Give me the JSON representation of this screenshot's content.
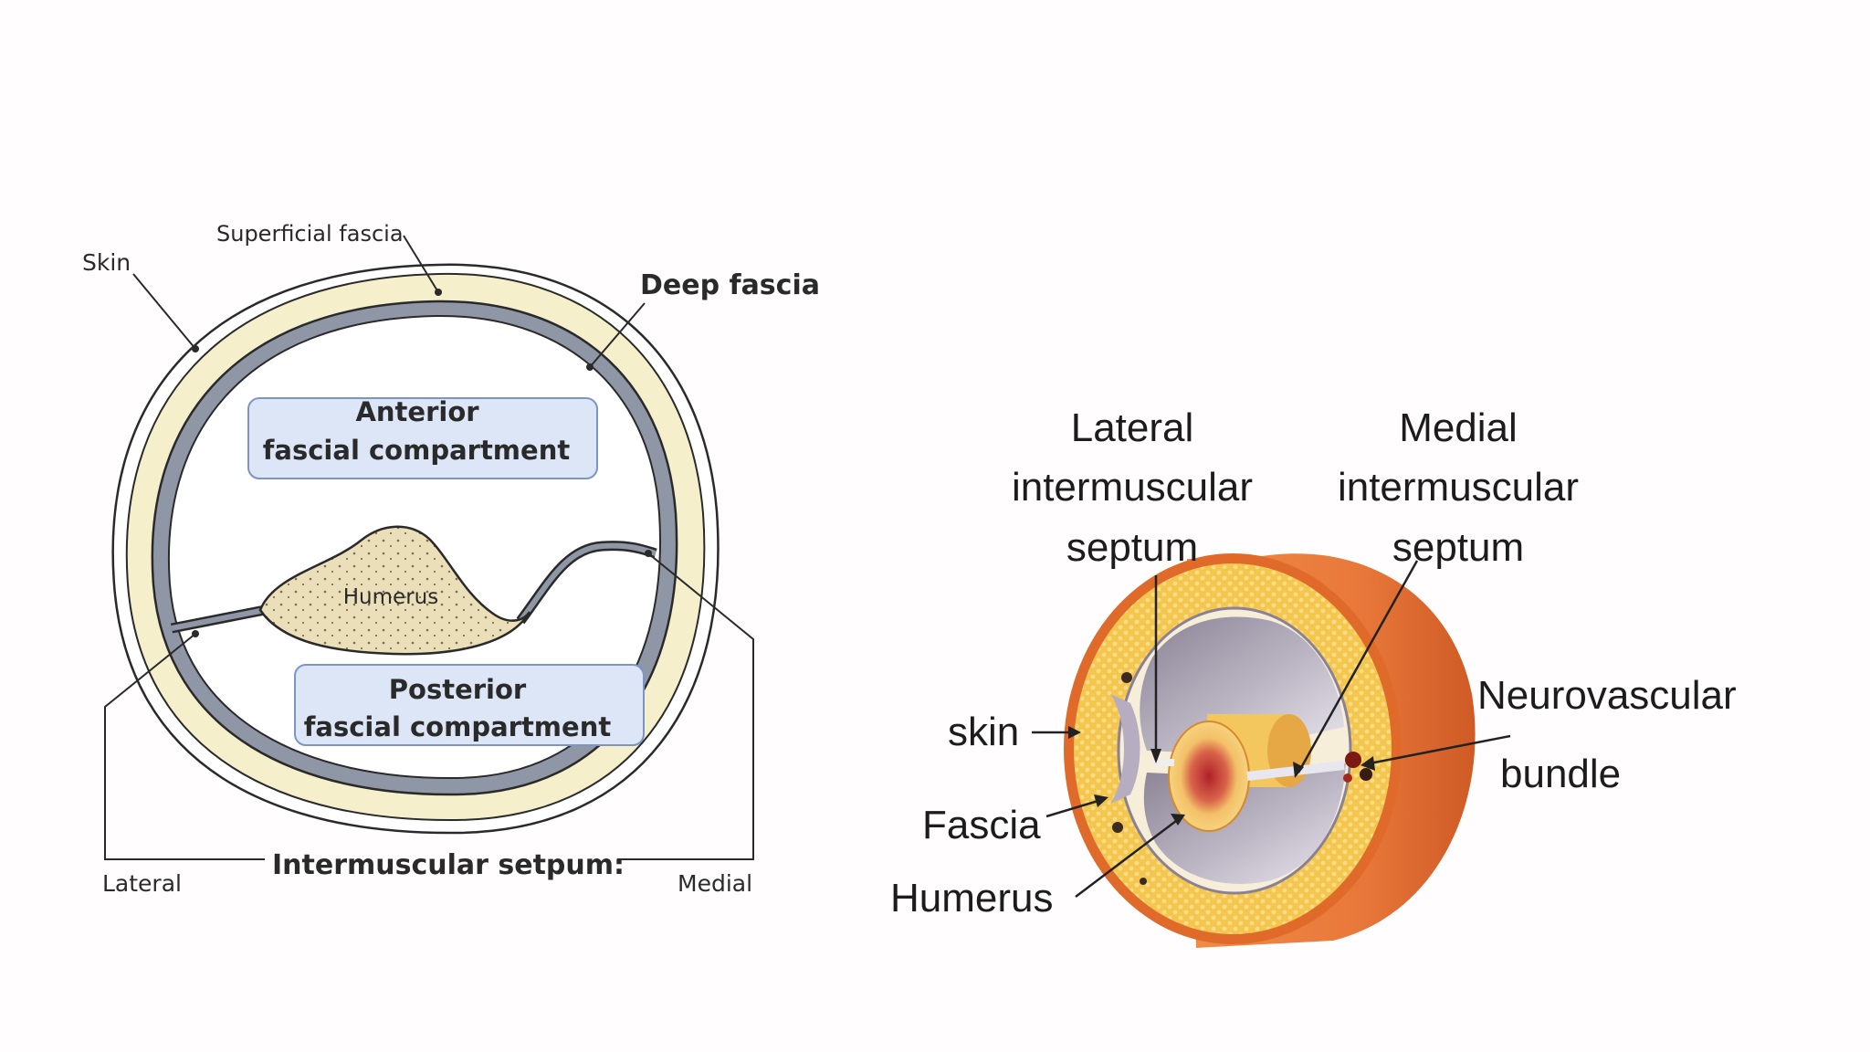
{
  "left_diagram": {
    "skin_label": "Skin",
    "superficial_fascia_label": "Superficial fascia",
    "deep_fascia_label": "Deep fascia",
    "anterior_line1": "Anterior",
    "anterior_line2": "fascial compartment",
    "humerus_label": "Humerus",
    "posterior_line1": "Posterior",
    "posterior_line2": "fascial compartment",
    "lateral_label": "Lateral",
    "medial_label": "Medial",
    "septum_label": "Intermuscular setpum:"
  },
  "right_diagram": {
    "lateral_septum_line1": "Lateral",
    "lateral_septum_line2": "intermuscular",
    "lateral_septum_line3": "septum",
    "medial_septum_line1": "Medial",
    "medial_septum_line2": "intermuscular",
    "medial_septum_line3": "septum",
    "skin_label": "skin",
    "fascia_label": "Fascia",
    "humerus_label": "Humerus",
    "neurovascular_line1": "Neurovascular",
    "neurovascular_line2": "bundle"
  },
  "colors": {
    "skin_fill": "#f5efcc",
    "fascia_gray": "#8f96a5",
    "box_fill": "#dce6f6",
    "box_border": "#7c95c4",
    "bone_fill": "#eadfb8",
    "cylinder_orange": "#e2762f",
    "fat_yellow": "#f2c24a"
  }
}
